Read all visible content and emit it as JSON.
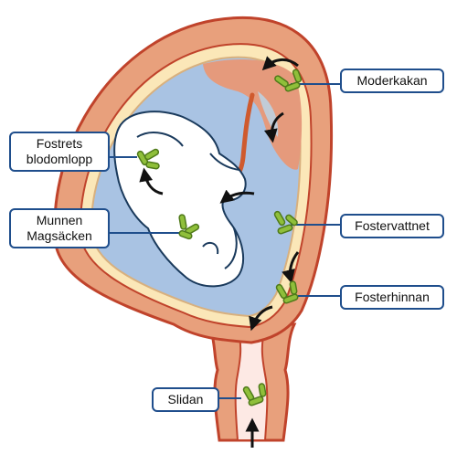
{
  "labels": {
    "placenta": "Moderkakan",
    "fetal_blood": [
      "Fostrets",
      "blodomlopp"
    ],
    "mouth_stomach": [
      "Munnen",
      "Magsäcken"
    ],
    "amniotic_fluid": "Fostervattnet",
    "membrane": "Fosterhinnan",
    "vagina": "Slidan"
  },
  "colors": {
    "uterus_wall": "#e8a07c",
    "wall_outline": "#c0432b",
    "inner_band": "#fbe7b8",
    "fluid": "#a9c3e3",
    "placenta": "#e59a7c",
    "umbilical_cord": "#cf5a2e",
    "bacteria": "#8fbf3a",
    "leader_line": "#1f4e8c",
    "fetus": "#ffffff"
  },
  "icons": [
    "curved-arrow-icon",
    "bacteria-icon"
  ]
}
